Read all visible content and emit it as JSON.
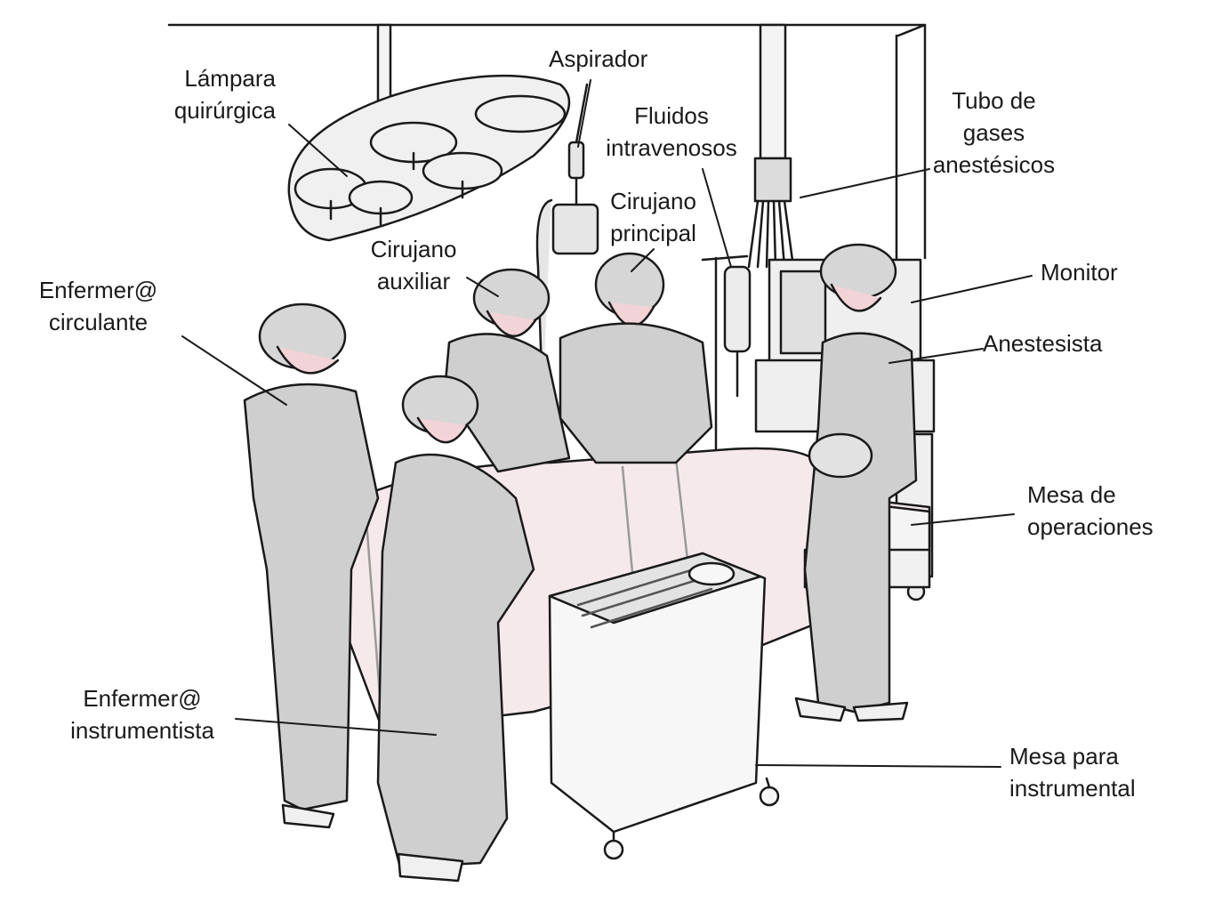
{
  "labels": {
    "lampara": [
      "Lámpara",
      "quirúrgica"
    ],
    "aspirador": [
      "Aspirador"
    ],
    "fluidos": [
      "Fluidos",
      "intravenosos"
    ],
    "tubo": [
      "Tubo de",
      "gases",
      "anestésicos"
    ],
    "cirujano_principal": [
      "Cirujano",
      "principal"
    ],
    "cirujano_auxiliar": [
      "Cirujano",
      "auxiliar"
    ],
    "circulante": [
      "Enfermer@",
      "circulante"
    ],
    "monitor": [
      "Monitor"
    ],
    "anestesista": [
      "Anestesista"
    ],
    "mesa_operaciones": [
      "Mesa de",
      "operaciones"
    ],
    "instrumentista": [
      "Enfermer@",
      "instrumentista"
    ],
    "mesa_instrumental": [
      "Mesa para",
      "instrumental"
    ]
  },
  "colors": {
    "line": "#1a1a1a",
    "scrubs": "#cfcfcf",
    "skin": "#e2b7bd",
    "drape": "#f6e9ec",
    "equipment": "#ededed"
  }
}
